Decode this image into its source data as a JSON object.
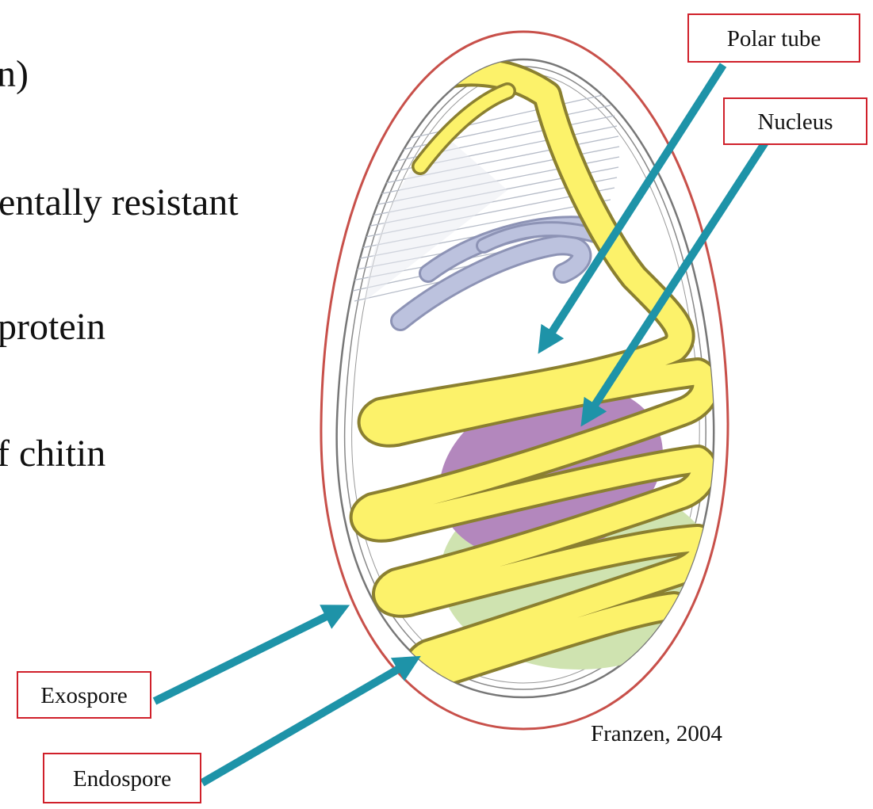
{
  "slide": {
    "lines": [
      "n)",
      "entally resistant",
      "protein",
      "f chitin"
    ]
  },
  "labels": {
    "polar_tube": "Polar tube",
    "nucleus": "Nucleus",
    "exospore": "Exospore",
    "endospore": "Endospore"
  },
  "citation": "Franzen, 2004",
  "colors": {
    "label_border": "#d0202a",
    "arrow": "#1e93a8",
    "spore_outline": "#c8504a",
    "polar_tube": "#fcf26a",
    "nucleus": "#b387bd",
    "posterior_vacuole": "#cfe3b0",
    "polaroplast": "#bcc2de"
  }
}
